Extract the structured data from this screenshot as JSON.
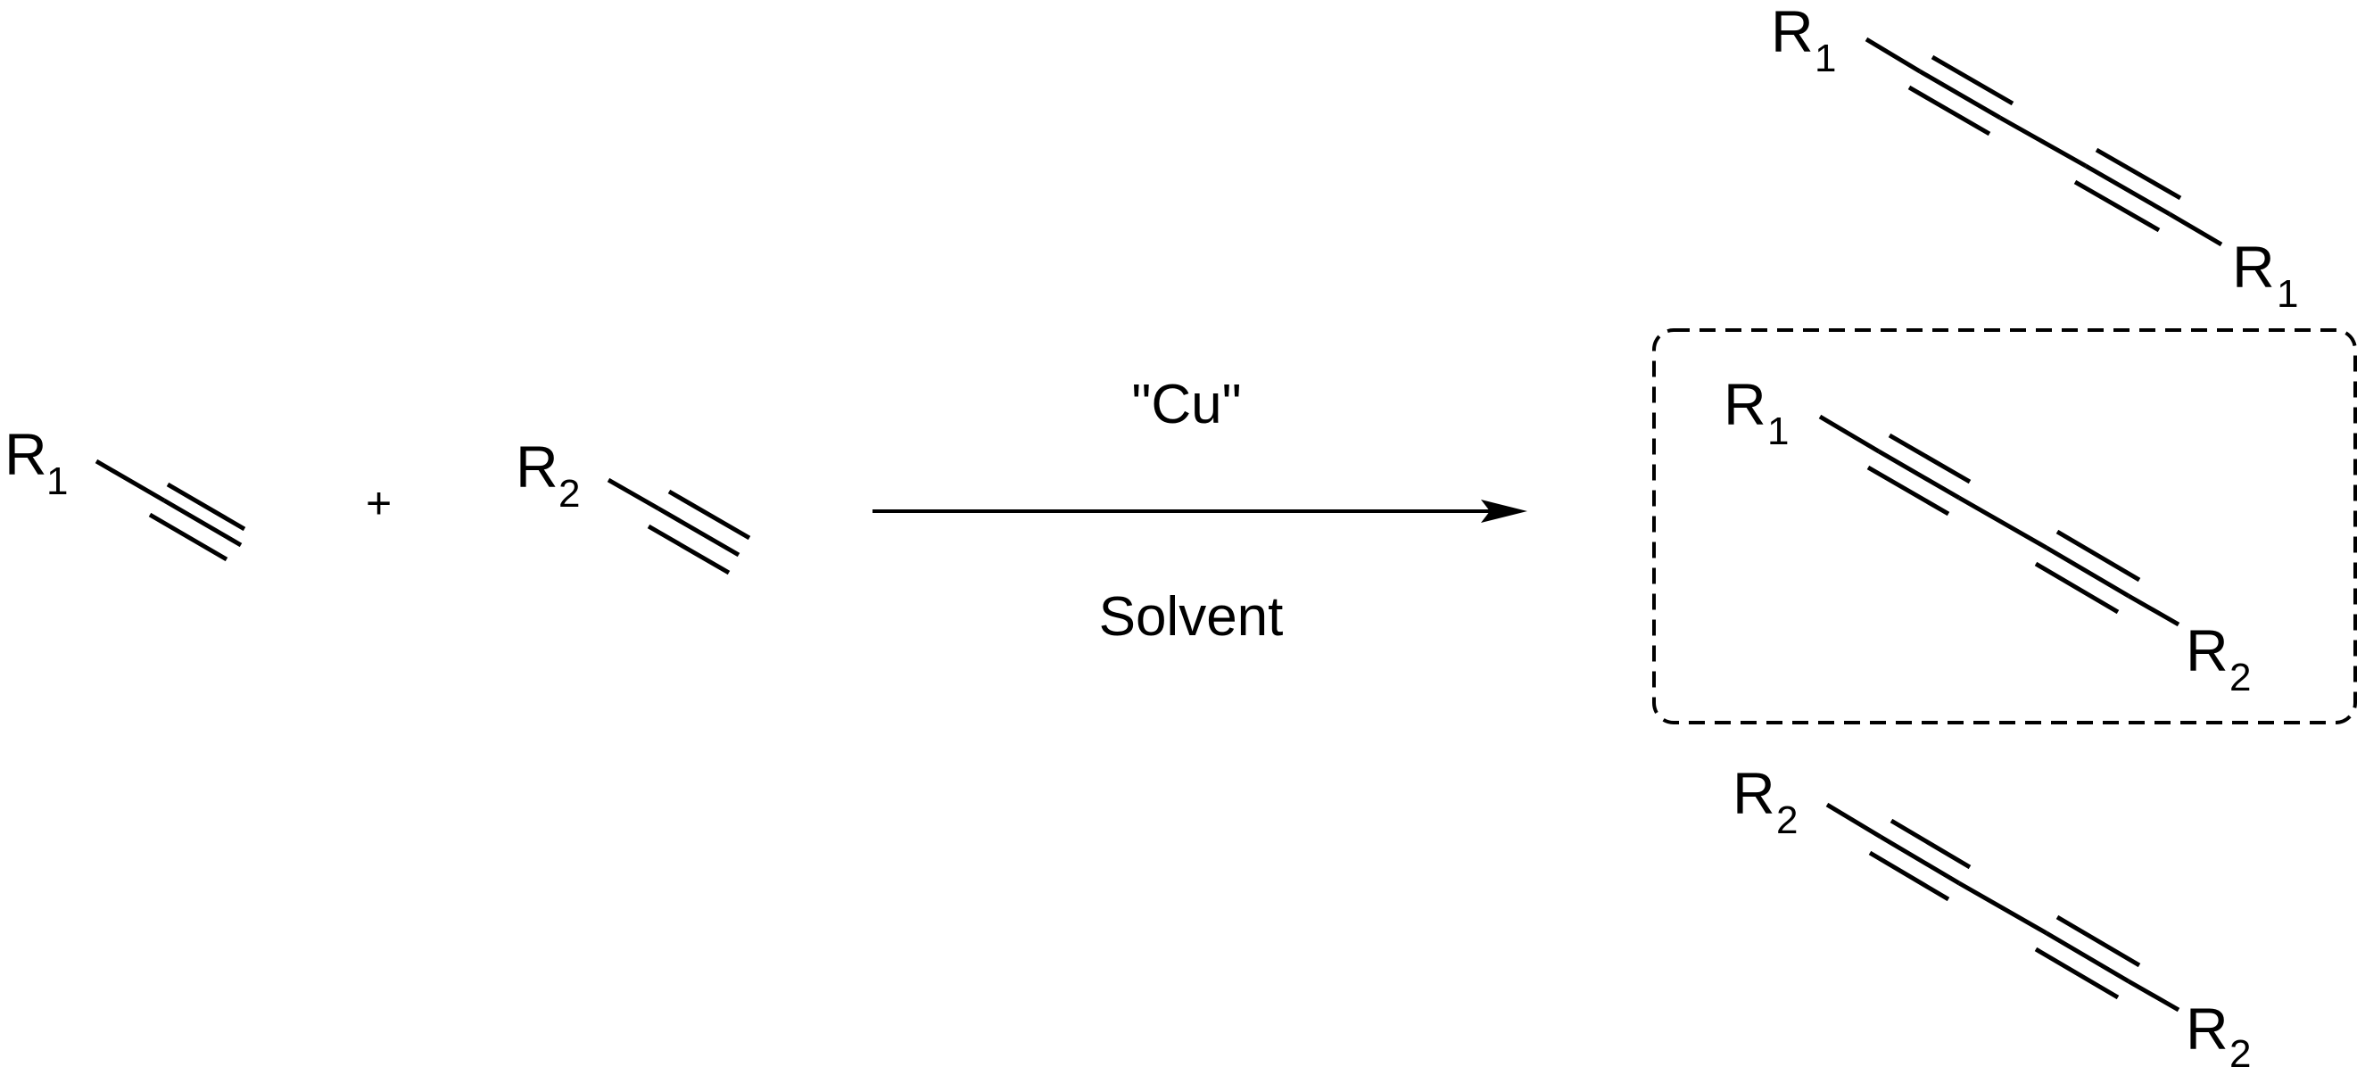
{
  "reactants": [
    {
      "group": "R",
      "subscript": "1"
    },
    {
      "group": "R",
      "subscript": "2"
    }
  ],
  "plus_sign": "+",
  "arrow": {
    "above": "\"Cu\"",
    "below": "Solvent"
  },
  "products": [
    {
      "left": {
        "group": "R",
        "subscript": "1"
      },
      "right": {
        "group": "R",
        "subscript": "1"
      },
      "highlighted": false
    },
    {
      "left": {
        "group": "R",
        "subscript": "1"
      },
      "right": {
        "group": "R",
        "subscript": "2"
      },
      "highlighted": true
    },
    {
      "left": {
        "group": "R",
        "subscript": "2"
      },
      "right": {
        "group": "R",
        "subscript": "2"
      },
      "highlighted": false
    }
  ]
}
